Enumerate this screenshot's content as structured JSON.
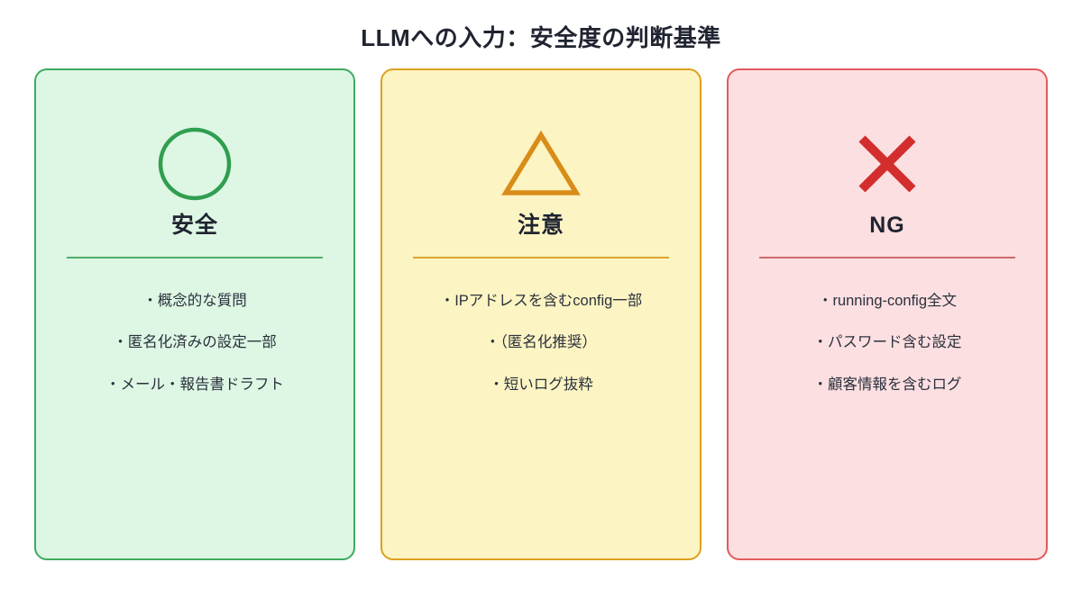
{
  "slide": {
    "title": "LLMへの入力：安全度の判断基準",
    "background": "#ffffff"
  },
  "cards": [
    {
      "id": "safe",
      "icon": "circle-icon",
      "title": "安全",
      "colors": {
        "background": "#ddf7e4",
        "border": "#3eab5f",
        "icon": "#2f9e4f",
        "divider": "#4fae6d"
      },
      "items": [
        "・概念的な質問",
        "・匿名化済みの設定一部",
        "・メール・報告書ドラフト"
      ]
    },
    {
      "id": "caution",
      "icon": "triangle-icon",
      "title": "注意",
      "colors": {
        "background": "#fcf4c2",
        "border": "#dca11f",
        "icon": "#d98c18",
        "divider": "#d9a433"
      },
      "items": [
        "・IPアドレスを含むconfig一部",
        "・（匿名化推奨）",
        "・短いログ抜粋"
      ]
    },
    {
      "id": "ng",
      "icon": "cross-icon",
      "title": "NG",
      "colors": {
        "background": "#fcdfe1",
        "border": "#e25b5b",
        "icon": "#d32d2d",
        "divider": "#cf6a6a"
      },
      "items": [
        "・running-config全文",
        "・パスワード含む設定",
        "・顧客情報を含むログ"
      ]
    }
  ]
}
